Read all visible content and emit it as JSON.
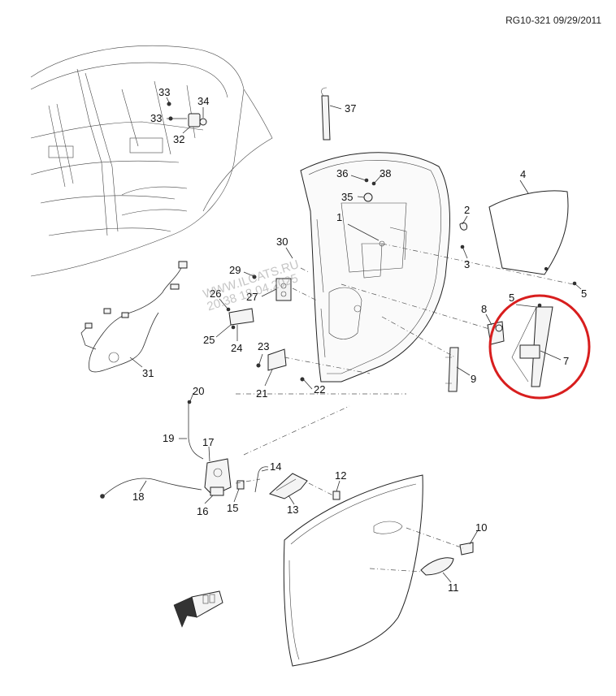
{
  "document": {
    "reference": "RG10-321 09/29/2011",
    "watermark": [
      "WWW.ILCATS.RU",
      "20:38 18.04.2025"
    ],
    "highlight_color": "#d81e1e"
  },
  "callouts": [
    {
      "id": "c1",
      "text": "1"
    },
    {
      "id": "c2",
      "text": "2"
    },
    {
      "id": "c3",
      "text": "3"
    },
    {
      "id": "c4",
      "text": "4"
    },
    {
      "id": "c5a",
      "text": "5"
    },
    {
      "id": "c5b",
      "text": "5"
    },
    {
      "id": "c7",
      "text": "7"
    },
    {
      "id": "c8",
      "text": "8"
    },
    {
      "id": "c9",
      "text": "9"
    },
    {
      "id": "c10",
      "text": "10"
    },
    {
      "id": "c11",
      "text": "11"
    },
    {
      "id": "c12",
      "text": "12"
    },
    {
      "id": "c13",
      "text": "13"
    },
    {
      "id": "c14",
      "text": "14"
    },
    {
      "id": "c15",
      "text": "15"
    },
    {
      "id": "c16",
      "text": "16"
    },
    {
      "id": "c17",
      "text": "17"
    },
    {
      "id": "c18",
      "text": "18"
    },
    {
      "id": "c19",
      "text": "19"
    },
    {
      "id": "c20",
      "text": "20"
    },
    {
      "id": "c21",
      "text": "21"
    },
    {
      "id": "c22",
      "text": "22"
    },
    {
      "id": "c23",
      "text": "23"
    },
    {
      "id": "c24",
      "text": "24"
    },
    {
      "id": "c25",
      "text": "25"
    },
    {
      "id": "c26",
      "text": "26"
    },
    {
      "id": "c27",
      "text": "27"
    },
    {
      "id": "c29",
      "text": "29"
    },
    {
      "id": "c30",
      "text": "30"
    },
    {
      "id": "c31",
      "text": "31"
    },
    {
      "id": "c32",
      "text": "32"
    },
    {
      "id": "c33a",
      "text": "33"
    },
    {
      "id": "c33b",
      "text": "33"
    },
    {
      "id": "c34",
      "text": "34"
    },
    {
      "id": "c35",
      "text": "35"
    },
    {
      "id": "c36",
      "text": "36"
    },
    {
      "id": "c37",
      "text": "37"
    },
    {
      "id": "c38",
      "text": "38"
    }
  ]
}
